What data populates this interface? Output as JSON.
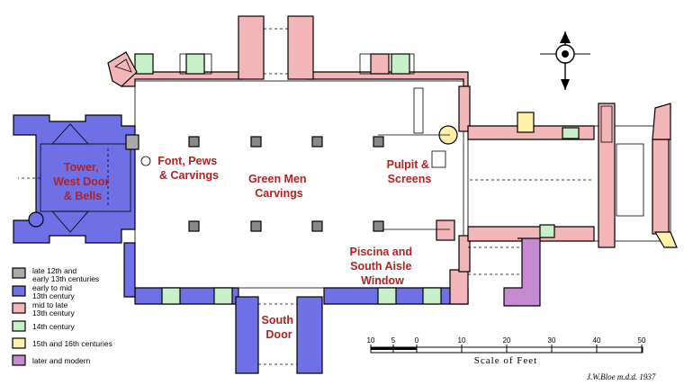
{
  "colors": {
    "late_12th_early_13th": "#a9a9a9",
    "early_mid_13th": "#6f6fe6",
    "mid_late_13th": "#f2b6b8",
    "c14th": "#c8f0c8",
    "c15th_16th": "#fff2a8",
    "later_modern": "#c58ad0",
    "label": "#b22222"
  },
  "labels": {
    "tower": [
      "Tower,",
      "West Door",
      "& Bells"
    ],
    "font": [
      "Font, Pews",
      "& Carvings"
    ],
    "green_men": [
      "Green Men",
      "Carvings"
    ],
    "pulpit": [
      "Pulpit &",
      "Screens"
    ],
    "piscina": [
      "Piscina and",
      "South Aisle",
      "Window"
    ],
    "south_door": [
      "South",
      "Door"
    ]
  },
  "legend": [
    {
      "key": "late_12th_early_13th",
      "lines": [
        "late 12th and",
        "early 13th centuries"
      ]
    },
    {
      "key": "early_mid_13th",
      "lines": [
        "early to mid",
        "13th century"
      ]
    },
    {
      "key": "mid_late_13th",
      "lines": [
        "mid to late",
        "13th century"
      ]
    },
    {
      "key": "c14th",
      "lines": [
        "14th century"
      ]
    },
    {
      "key": "c15th_16th",
      "lines": [
        "15th and 16th centuries"
      ]
    },
    {
      "key": "later_modern",
      "lines": [
        "later and modern"
      ]
    }
  ],
  "scale": {
    "ticks": [
      "10",
      "5",
      "0",
      "10",
      "20",
      "30",
      "40",
      "50"
    ],
    "title": "Scale of Feet"
  },
  "compass_icon": "north-arrow-icon",
  "signature": "J.W.Bloe  m.d.d. 1937"
}
